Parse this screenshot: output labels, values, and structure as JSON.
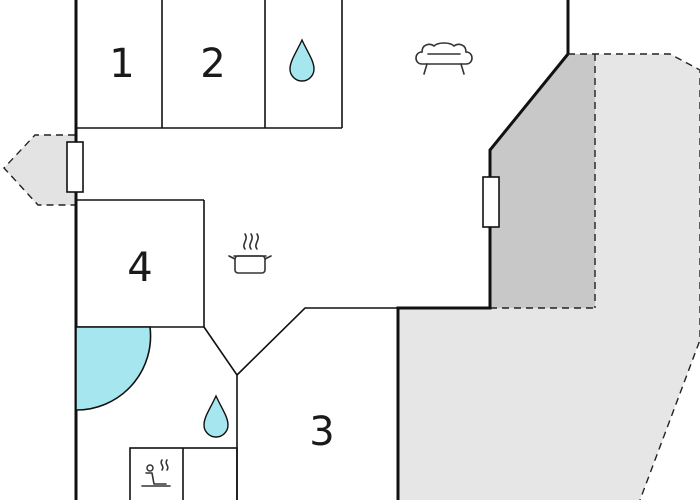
{
  "rooms": [
    {
      "id": "room-1",
      "label": "1"
    },
    {
      "id": "room-2",
      "label": "2"
    },
    {
      "id": "room-3",
      "label": "3"
    },
    {
      "id": "room-4",
      "label": "4"
    }
  ],
  "icons": {
    "bathroom_top": "water-drop-icon",
    "bathroom_bottom": "water-drop-icon",
    "living": "sofa-icon",
    "kitchen": "cooking-pot-icon",
    "sauna": "sauna-icon"
  },
  "colors": {
    "wall": "#111111",
    "water": "#a6e6ee",
    "terrace_dark": "#c8c8c8",
    "terrace_light": "#e6e6e6",
    "balcony": "#e3e3e3",
    "floor": "#ffffff"
  }
}
